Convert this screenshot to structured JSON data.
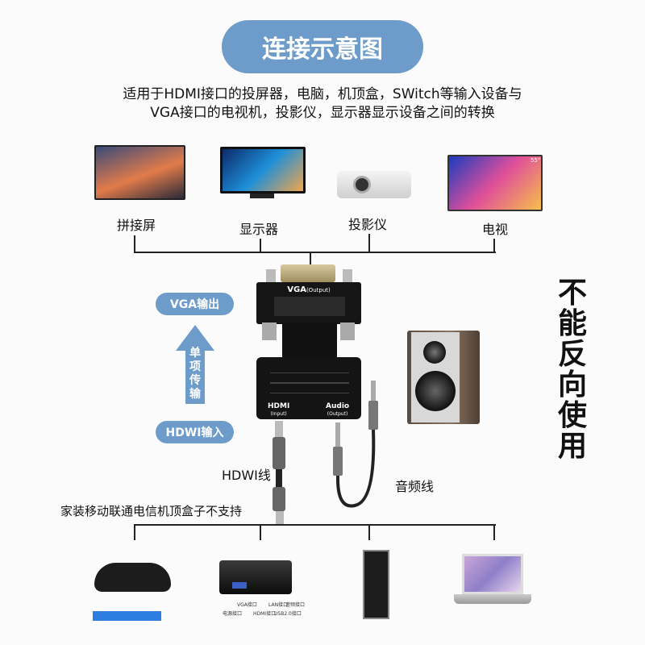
{
  "title": "连接示意图",
  "subtitle": [
    "适用于HDMI接口的投屏器，电脑，机顶盒，SWitch等输入设备与",
    "VGA接口的电视机，投影仪，显示器显示设备之间的转换"
  ],
  "outputs": [
    "拼接屏",
    "显示器",
    "投影仪",
    "电视"
  ],
  "adapter": {
    "vga_label": "VGA",
    "vga_sub": "(Output)",
    "hdmi_label": "HDMI",
    "hdmi_sub": "(Input)",
    "audio_label": "Audio",
    "audio_sub": "(Output)"
  },
  "vga_out": "VGA输出",
  "arrow_text": [
    "单",
    "项",
    "传",
    "输"
  ],
  "hdmi_in": "HDWI输入",
  "warning": [
    "不",
    "能",
    "反",
    "向",
    "使",
    "用"
  ],
  "hdmi_cable": "HDWI线",
  "audio_cable": "音频线",
  "not_supported": "家装移动联通电信机顶盒子不支持",
  "minipc_ports": [
    "VGA接口",
    "LAN接口",
    "音频接口",
    "电源接口",
    "HDMI接口",
    "USB2.0接口"
  ],
  "tv_badge": "55\""
}
